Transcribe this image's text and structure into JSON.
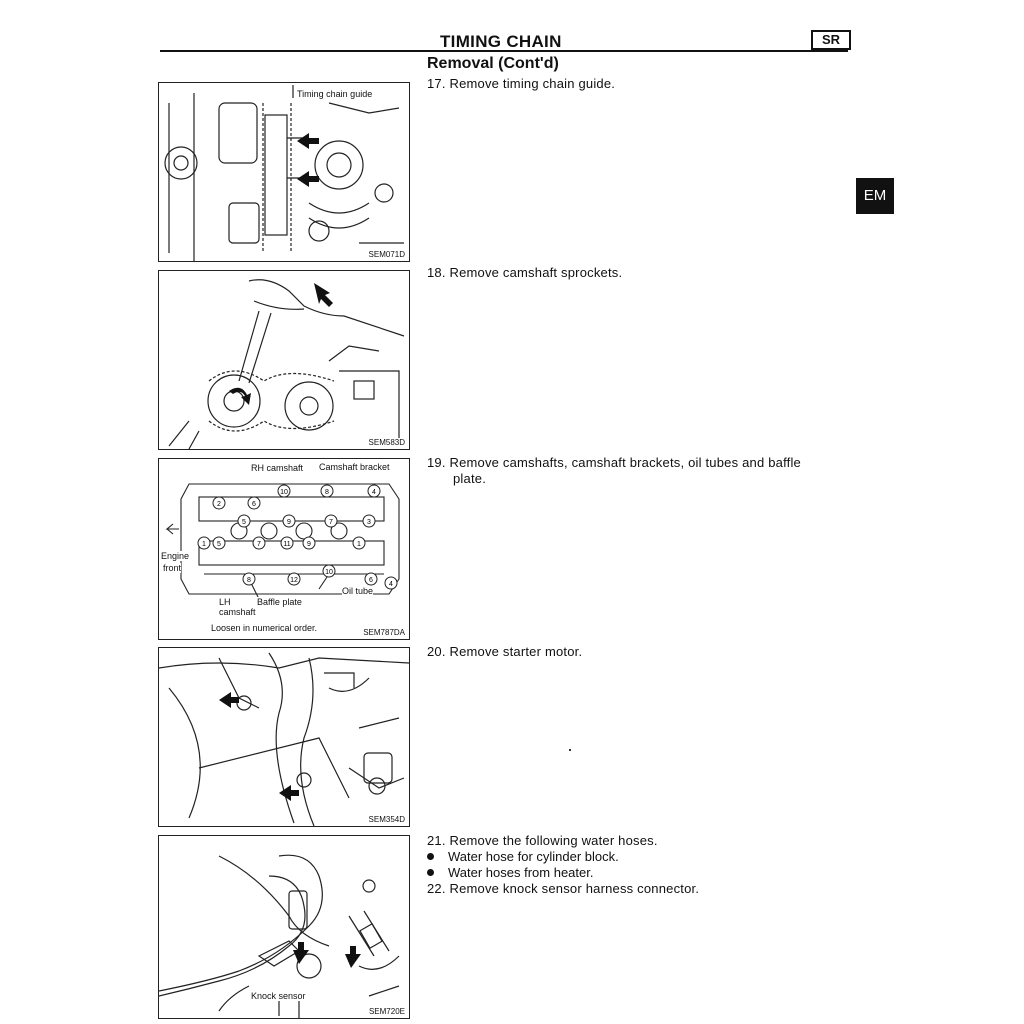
{
  "header": {
    "title": "TIMING CHAIN",
    "code": "SR"
  },
  "section_title": "Removal (Cont'd)",
  "side_tab": "EM",
  "figures": [
    {
      "id": "SEM071D",
      "labels": [
        "Timing chain guide"
      ]
    },
    {
      "id": "SEM583D",
      "labels": []
    },
    {
      "id": "SEM787DA",
      "labels": [
        "RH camshaft",
        "Camshaft bracket",
        "Engine",
        "front",
        "Oil tube",
        "LH",
        "camshaft",
        "Baffle plate",
        "Loosen in numerical order."
      ]
    },
    {
      "id": "SEM354D",
      "labels": []
    },
    {
      "id": "SEM720E",
      "labels": [
        "Knock sensor"
      ]
    }
  ],
  "steps": {
    "s17": "17. Remove timing chain guide.",
    "s18": "18. Remove camshaft sprockets.",
    "s19a": "19. Remove camshafts, camshaft brackets, oil tubes and baffle",
    "s19b": "plate.",
    "s20": "20. Remove starter motor.",
    "s21": "21. Remove the following water hoses.",
    "b1": "Water hose for cylinder block.",
    "b2": "Water hoses from heater.",
    "s22": "22. Remove knock sensor harness connector."
  },
  "bolt_numbers": [
    "10",
    "8",
    "4",
    "2",
    "6",
    "5",
    "9",
    "7",
    "3",
    "1",
    "11",
    "5",
    "7",
    "9",
    "1",
    "8",
    "12",
    "10",
    "6",
    "4"
  ]
}
